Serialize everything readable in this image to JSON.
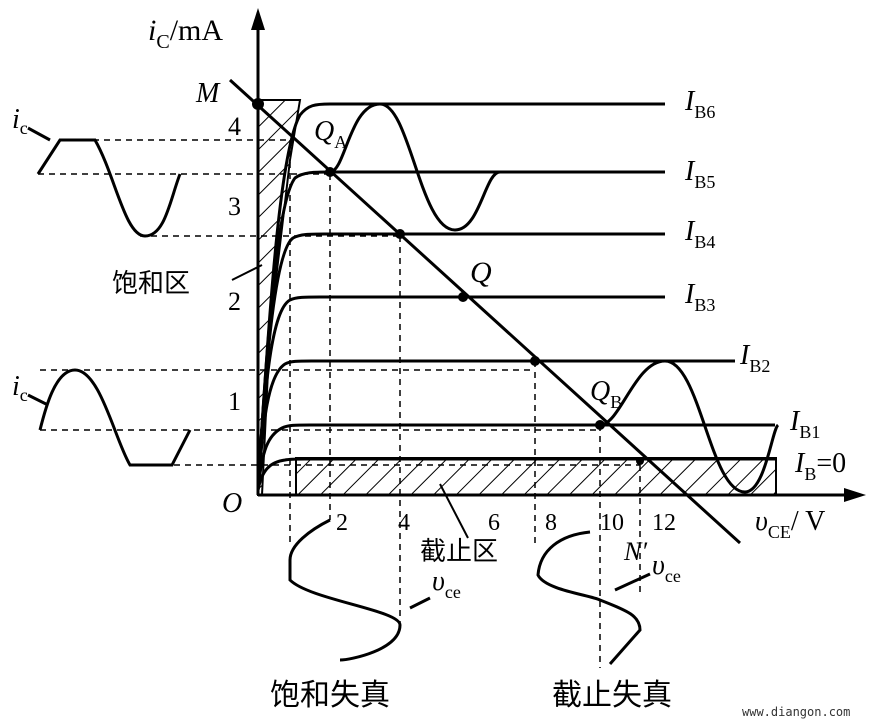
{
  "axes": {
    "y_label_i": "i",
    "y_label_sub": "C",
    "y_label_unit": "/mA",
    "x_label_v": "υ",
    "x_label_sub": "CE",
    "x_label_unit": "/ V",
    "origin": "O",
    "y_ticks": [
      "1",
      "2",
      "3",
      "4"
    ],
    "x_ticks": [
      "2",
      "4",
      "6",
      "8",
      "10",
      "12"
    ]
  },
  "curves": [
    {
      "name": "I",
      "sub": "B6"
    },
    {
      "name": "I",
      "sub": "B5"
    },
    {
      "name": "I",
      "sub": "B4"
    },
    {
      "name": "I",
      "sub": "B3"
    },
    {
      "name": "I",
      "sub": "B2"
    },
    {
      "name": "I",
      "sub": "B1"
    },
    {
      "name": "I",
      "sub": "B",
      "suffix": "=0"
    }
  ],
  "points": {
    "M": "M",
    "N": "N′",
    "Q": "Q",
    "QA": "Q",
    "QA_sub": "A",
    "QB": "Q",
    "QB_sub": "B"
  },
  "signals": {
    "ic": "i",
    "ic_sub": "c",
    "vce": "υ",
    "vce_sub": "ce"
  },
  "regions": {
    "saturation": "饱和区",
    "cutoff": "截止区"
  },
  "captions": {
    "saturation_distortion": "饱和失真",
    "cutoff_distortion": "截止失真"
  },
  "watermark": "www.diangon.com"
}
